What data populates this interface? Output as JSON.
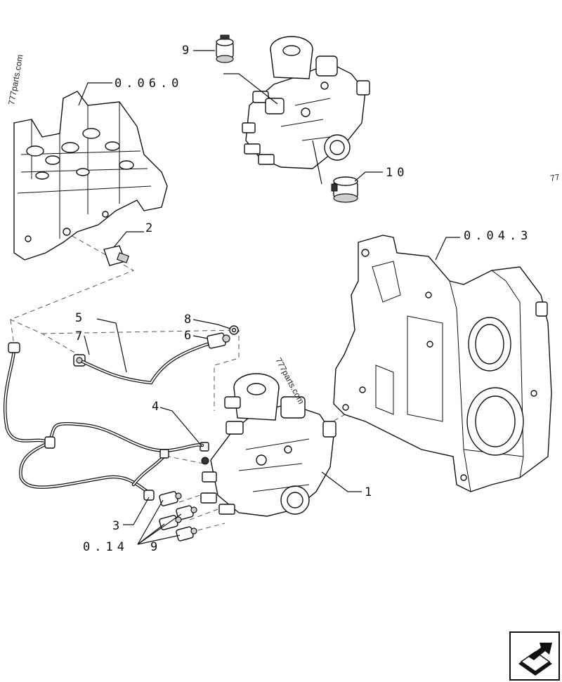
{
  "labels": {
    "ref_060": "0.06.0",
    "ref_043": "0.04.3",
    "ref_0149_prefix": "0.14",
    "ref_0149_suffix": "9",
    "item_1": "1",
    "item_2": "2",
    "item_3": "3",
    "item_4": "4",
    "item_5": "5",
    "item_6": "6",
    "item_7": "7",
    "item_8": "8",
    "item_9": "9",
    "item_10": "10"
  },
  "watermarks": {
    "left": "777parts.com",
    "center": "777parts.com",
    "right_edge": "77"
  },
  "icons": {
    "nav": "next-page-arrow-icon"
  }
}
